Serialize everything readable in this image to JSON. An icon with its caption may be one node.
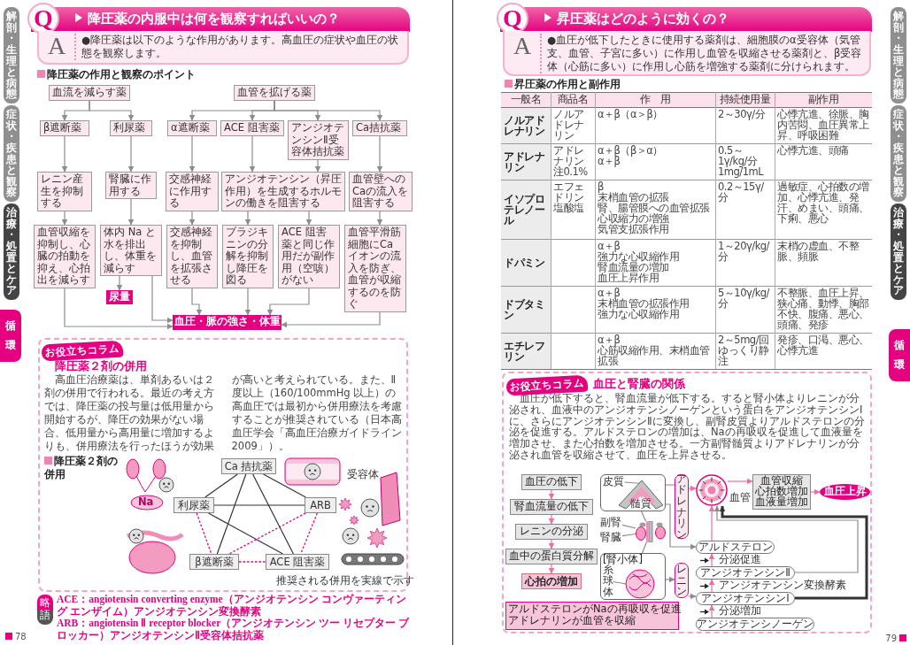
{
  "diagram": {
    "nodes": [
      {
        "text": [
          "Q",
          "降圧薬の内服中は何を観察すればいいの？"
        ]
      },
      {
        "text": [
          "A",
          "●降圧薬は以下のような作用があります。高血圧の症状や血圧の状態を観察します。"
        ]
      },
      {
        "text": [
          "血流を減らす薬"
        ]
      },
      {
        "text": [
          "血管を拡げる薬"
        ]
      },
      {
        "text": [
          "β遮断薬"
        ]
      },
      {
        "text": [
          "利尿薬"
        ]
      },
      {
        "text": [
          "α遮断薬"
        ]
      },
      {
        "text": [
          "ACE 阻害薬"
        ]
      },
      {
        "text": [
          "アンジオテンシンⅡ受容体拮抗薬"
        ]
      },
      {
        "text": [
          "Ca拮抗薬"
        ]
      },
      {
        "text": [
          "レニン産生を抑制する"
        ]
      },
      {
        "text": [
          "腎臓に作用する"
        ]
      },
      {
        "text": [
          "交感神経に作用する"
        ]
      },
      {
        "text": [
          "アンジオテンシン（昇圧作用）を生成するホルモンの働きを阻害する"
        ]
      },
      {
        "text": [
          "血管壁へのCaの流入を阻害する"
        ]
      },
      {
        "text": [
          "血管収縮を抑制し、心臓の拍動を抑え、心拍出を減らす"
        ]
      },
      {
        "text": [
          "体内 Na と水を排出し、体重を減らす"
        ]
      },
      {
        "text": [
          "交感神経を抑制し、血管を拡張させる"
        ]
      },
      {
        "text": [
          "ブラジキニンの分解を抑制し降圧を図る"
        ]
      },
      {
        "text": [
          "ACE 阻害薬と同じ作用だが副作用（空咳）がない"
        ]
      },
      {
        "text": [
          "血管平滑筋細胞にCaイオンの流入を防ぎ、血管が収縮するのを防ぐ"
        ]
      },
      {
        "text": [
          "尿量"
        ]
      },
      {
        "text": [
          "血圧・脈の強さ・体重"
        ]
      },
      {
        "text": [
          "お役立ちコラム"
        ],
        "in": 24
      },
      {
        "text": [
          "降圧薬２剤の併用",
          "高血圧治療薬は、単剤あるいは２剤の併用で行われる。最近の考え方では、降圧薬の投与量は低用量から開始するが、降圧の効果がない場合、低用量から高用量に増加するよりも、併用療法を行ったほうが効果が高いと考えられている。また、Ⅱ度以上（160/100mmHg 以上）の高血圧では最初から併用療法を考慮することが推奨されている（日本高血圧学会「高血圧治療ガイドライン 2009」）。"
        ]
      },
      {
        "text": [
          "Ca 拮抗薬"
        ],
        "in": 24
      },
      {
        "text": [
          "利尿薬"
        ],
        "in": 24
      },
      {
        "text": [
          "ARB"
        ],
        "in": 24
      },
      {
        "text": [
          "β遮断薬"
        ],
        "in": 24
      },
      {
        "text": [
          "ACE 阻害薬"
        ],
        "in": 24
      },
      {
        "text": [
          "Q",
          "昇圧薬はどのように効くの？"
        ]
      },
      {
        "text": [
          "A",
          "●血圧が低下したときに使用する薬剤は、細胞膜のα受容体（気管支、血管、子宮に多い）に作用し血管を収縮させる薬剤と、β受容体（心筋に多い）に作用し心筋を増強する薬剤に分けられます。"
        ]
      },
      {
        "text": [
          "お役立ちコラム"
        ],
        "in": 33
      },
      {
        "text": [
          "血圧と腎臓の関係",
          "血圧が低下すると、腎血流量が低下する。すると腎小体よりレニンが分泌され、血液中のアンジオテンシノーゲンという蛋白をアンジオテンシンⅠに、さらにアンジオテンシンⅡに変換し、副腎皮質よりアルドステロンの分泌を促進する。アルドステロンの増加は、Naの再吸収を促進して血液量を増加させ、また心拍数を増加させる。一方副腎髄質よりアドレナリンが分泌され血管を収縮させて、血圧を上昇させる。"
        ]
      },
      {
        "text": [
          "血圧の低下"
        ],
        "in": 33
      },
      {
        "text": [
          "腎血流量の低下"
        ],
        "in": 33
      },
      {
        "text": [
          "レニンの分泌"
        ],
        "in": 33
      },
      {
        "text": [
          "血中の蛋白質分解"
        ],
        "in": 33
      },
      {
        "text": [
          "心拍の増加"
        ],
        "in": 33
      },
      {
        "text": [],
        "shape": "picture",
        "in": 33
      },
      {
        "text": [
          "皮質"
        ],
        "in": 39
      },
      {
        "text": [
          "髄質"
        ],
        "in": 39
      },
      {
        "text": [],
        "shape": "picture",
        "in": 33
      },
      {
        "text": [
          "副腎"
        ],
        "in": 33
      },
      {
        "text": [
          "腎臓"
        ],
        "in": 33
      },
      {
        "text": [
          "[腎小体]"
        ],
        "in": 33
      },
      {
        "text": [
          "糸球体"
        ],
        "in": 45
      },
      {
        "text": [
          "レニン"
        ],
        "in": 33
      },
      {
        "text": [
          "アドレナリン"
        ],
        "in": 33
      },
      {
        "text": [],
        "shape": "picture",
        "beside": [
          "血管"
        ],
        "in": 33
      },
      {
        "text": [
          "血管収縮",
          "心拍数増加",
          "血液量増加"
        ],
        "in": 33
      },
      {
        "text": [
          "血圧上昇"
        ],
        "in": 33
      },
      {
        "text": [
          "アルドステロン"
        ],
        "in": 33
      },
      {
        "text": [
          "アンジオテンシンⅡ"
        ],
        "in": 33
      },
      {
        "text": [
          "アンジオテンシンⅠ"
        ],
        "in": 33
      },
      {
        "text": [
          "アンジオテンシノーゲン"
        ],
        "in": 33
      },
      {
        "text": [
          "アルドステロンがNaの再吸収を促進",
          "アドレナリンが血管を収縮"
        ],
        "in": 33
      }
    ],
    "edges": [
      {
        "from": 2,
        "to": 4,
        "arrow": "to"
      },
      {
        "from": 2,
        "to": 5,
        "arrow": "to"
      },
      {
        "from": 3,
        "to": 6,
        "arrow": "to"
      },
      {
        "from": 3,
        "to": 7,
        "arrow": "to"
      },
      {
        "from": 3,
        "to": 8,
        "arrow": "to"
      },
      {
        "from": 3,
        "to": 9,
        "arrow": "to"
      },
      {
        "from": 4,
        "to": 10,
        "arrow": "to"
      },
      {
        "from": 5,
        "to": 11,
        "arrow": "to"
      },
      {
        "from": 6,
        "to": 12,
        "arrow": "to"
      },
      {
        "from": 7,
        "to": 13,
        "arrow": "to"
      },
      {
        "from": 8,
        "to": 13,
        "arrow": "to"
      },
      {
        "from": 9,
        "to": 14,
        "arrow": "to"
      },
      {
        "from": 10,
        "to": 15,
        "arrow": "to"
      },
      {
        "from": 11,
        "to": 16,
        "arrow": "to"
      },
      {
        "from": 12,
        "to": 17,
        "arrow": "to"
      },
      {
        "from": 13,
        "to": 18,
        "arrow": "to"
      },
      {
        "from": 13,
        "to": 19,
        "arrow": "to"
      },
      {
        "from": 14,
        "to": 20,
        "arrow": "to"
      },
      {
        "from": 16,
        "to": 21,
        "arrow": "to"
      },
      {
        "from": 15,
        "to": 22,
        "arrow": "to"
      },
      {
        "from": 16,
        "to": 22,
        "arrow": "to"
      },
      {
        "from": 17,
        "to": 22,
        "arrow": "to"
      },
      {
        "from": 18,
        "to": 22,
        "arrow": "to"
      },
      {
        "from": 19,
        "to": 22,
        "arrow": "to"
      },
      {
        "from": 20,
        "to": 22,
        "arrow": "to"
      },
      {
        "from": 25,
        "to": 26,
        "arrow": "none",
        "color": "#333333"
      },
      {
        "from": 25,
        "to": 27,
        "arrow": "none",
        "color": "#333333"
      },
      {
        "from": 25,
        "to": 28,
        "arrow": "none",
        "color": "#333333"
      },
      {
        "from": 25,
        "to": 29,
        "arrow": "none",
        "color": "#333333"
      },
      {
        "from": 26,
        "to": 27,
        "arrow": "none",
        "color": "#333333"
      },
      {
        "from": 26,
        "to": 29,
        "arrow": "none",
        "color": "#333333"
      },
      {
        "from": 26,
        "to": 28,
        "arrow": "none",
        "style": "dashed",
        "color": "#e4007f"
      },
      {
        "from": 27,
        "to": 28,
        "arrow": "none",
        "style": "dashed",
        "color": "#e4007f"
      },
      {
        "from": 27,
        "to": 29,
        "arrow": "none",
        "style": "dashed",
        "color": "#e4007f"
      },
      {
        "from": 28,
        "to": 29,
        "arrow": "none",
        "style": "dashed",
        "color": "#e4007f"
      },
      {
        "from": 34,
        "to": 35,
        "arrow": "to",
        "color": "#ec6ea5"
      },
      {
        "from": 35,
        "to": 36,
        "arrow": "to",
        "color": "#ec6ea5"
      },
      {
        "from": 36,
        "to": 37,
        "arrow": "to",
        "color": "#ec6ea5"
      },
      {
        "from": 37,
        "to": 38,
        "arrow": "to",
        "color": "#ec6ea5"
      },
      {
        "from": 40,
        "to": null,
        "arrow": "none"
      },
      {
        "from": 41,
        "to": null,
        "arrow": "none"
      },
      {
        "from": 39,
        "to": 42,
        "arrow": "none"
      },
      {
        "from": 43,
        "to": 42,
        "arrow": "none"
      },
      {
        "from": 44,
        "to": 42,
        "arrow": "none"
      },
      {
        "from": 45,
        "to": 42,
        "arrow": "none"
      },
      {
        "from": 46,
        "to": null,
        "arrow": "none"
      },
      {
        "from": 45,
        "to": 47,
        "arrow": "to"
      },
      {
        "from": 47,
        "to": 54,
        "arrow": "to"
      },
      {
        "from": 55,
        "to": 54,
        "arrow": "to",
        "color": "#ec6ea5",
        "label": "分泌増加"
      },
      {
        "from": 54,
        "to": 53,
        "arrow": "to",
        "color": "#ec6ea5",
        "label": "アンジオテンシン変換酵素"
      },
      {
        "from": 53,
        "to": 52,
        "arrow": "to",
        "color": "#ec6ea5",
        "label": "分泌促進"
      },
      {
        "from": 52,
        "to": 49,
        "arrow": "to",
        "color": "#ec6ea5"
      },
      {
        "from": 39,
        "to": 52,
        "arrow": "to"
      },
      {
        "from": 39,
        "to": 48,
        "arrow": "none",
        "color": "#ec6ea5"
      },
      {
        "from": 48,
        "to": 49,
        "arrow": "to",
        "color": "#ec6ea5"
      },
      {
        "from": 54,
        "to": 49,
        "arrow": "to",
        "style": "thick",
        "color": "#333333"
      },
      {
        "from": 53,
        "to": 49,
        "arrow": "to"
      },
      {
        "from": 49,
        "to": 50,
        "arrow": "to",
        "color": "#ec6ea5"
      },
      {
        "from": 50,
        "to": 51,
        "arrow": "to",
        "color": "#ec6ea5"
      }
    ],
    "labels": [
      "解剖・生理と病態",
      "症状・疾患と観察",
      "治療・処置とケア",
      "循環",
      "降圧薬の作用と観察のポイント",
      "降圧薬２剤の併用",
      "Na",
      "受容体",
      "推奨される併用を実線で示す",
      "略語",
      "ACE：angiotensin converting enzyme（アンジオテンシン コンヴァーティング エンザイム）アンジオテンシン変換酵素",
      "ARB：angiotensin Ⅱ receptor blocker（アンジオテンシン ツー リセプター ブロッカー）アンジオテンシンⅡ受容体拮抗薬",
      "78",
      "解剖・生理と病態",
      "症状・疾患と観察",
      "治療・処置とケア",
      "循環",
      "昇圧薬の作用と副作用",
      "一般名",
      "商品名",
      "作　用",
      "持続使用量",
      "副作用",
      "ノルアドレナリン",
      "ノルアドレナリン",
      "α＋β（α＞β）",
      "2～30γ/分",
      "心悸亢進、徐脈、胸内苦悶、血圧異常上昇、呼吸困難",
      "アドレナリン",
      "アドレナリン注0.1%",
      "α＋β（β＞α）",
      "α＋β",
      "0.5～1γ/kg/分",
      "1mg/1mL",
      "心悸亢進、頭痛",
      "イソプロテレノール",
      "エフェドリン塩酸塩",
      "β",
      "末梢血管の拡張",
      "腎、腸管膜への血管拡張",
      "心収縮力の増強",
      "気管支拡張作用",
      "0.2～15γ/分",
      "過敏症、心拍数の増加、心悸亢進、発汗、めまい、頭痛、下痢、悪心",
      "ドパミン",
      "α＋β",
      "強力な心収縮作用",
      "腎血流量の増加",
      "血圧上昇作用",
      "1～20γ/kg/分",
      "末梢の虚血、不整脈、頻脈",
      "ドブタミン",
      "α＋β",
      "末梢血管の拡張作用",
      "強力な心収縮作用",
      "5～10γ/kg/分",
      "不整脈、血圧上昇、狭心痛、動悸、胸部不快、腹痛、悪心、頭痛、発疹",
      "エチレフリン",
      "α＋β",
      "心筋収縮作用、末梢血管拡張",
      "2～5mg/回",
      "ゆっくり静注",
      "発疹、口渇、悪心、心悸亢進",
      "79"
    ]
  }
}
